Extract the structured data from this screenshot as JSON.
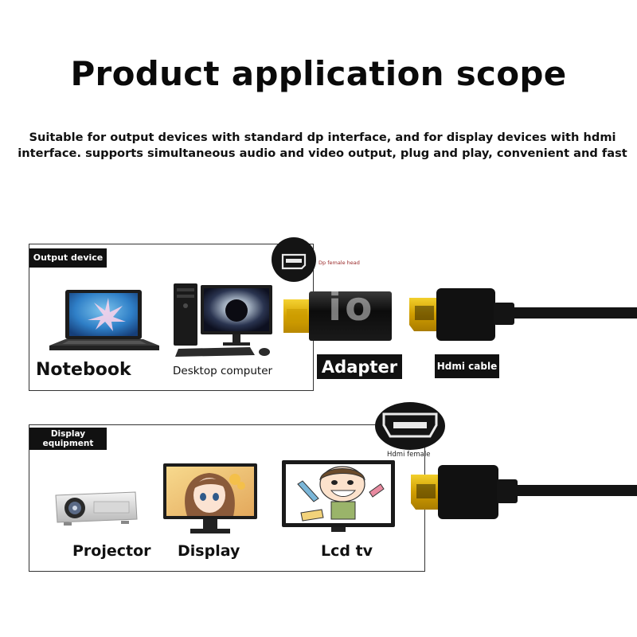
{
  "title": "Product application scope",
  "subtitle_line1": "Suitable for output devices with standard dp interface, and for display devices with hdmi",
  "subtitle_line2": "interface. supports simultaneous audio and video output, plug and play, convenient and fast",
  "output_panel": {
    "tag": "Output device",
    "notebook_label": "Notebook",
    "desktop_label": "Desktop computer"
  },
  "adapter_label": "Adapter",
  "dp_female_label": "Dp female head",
  "adapter_mark": "io",
  "hdmi_cable_label": "Hdmi cable",
  "display_panel": {
    "tag_line1": "Display",
    "tag_line2": "equipment",
    "projector_label": "Projector",
    "display_label": "Display",
    "lcd_label": "Lcd tv"
  },
  "hdmi_female_label": "Hdmi female",
  "colors": {
    "accent_gold": "#d8a800",
    "label_bg": "#111111",
    "panel_border": "#333333"
  }
}
